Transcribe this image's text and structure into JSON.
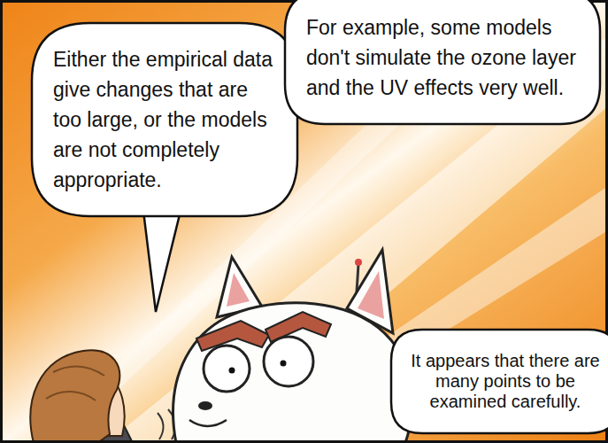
{
  "diagram": {
    "nodes": [
      {
        "text": [
          "Either the empirical data give changes that are too large, or the models are not completely appropriate."
        ]
      },
      {
        "text": [
          "For example, some models don't simulate the ozone layer and the UV effects very well."
        ]
      },
      {
        "text": [
          "It appears that there are many points to be examined carefully."
        ]
      }
    ]
  }
}
